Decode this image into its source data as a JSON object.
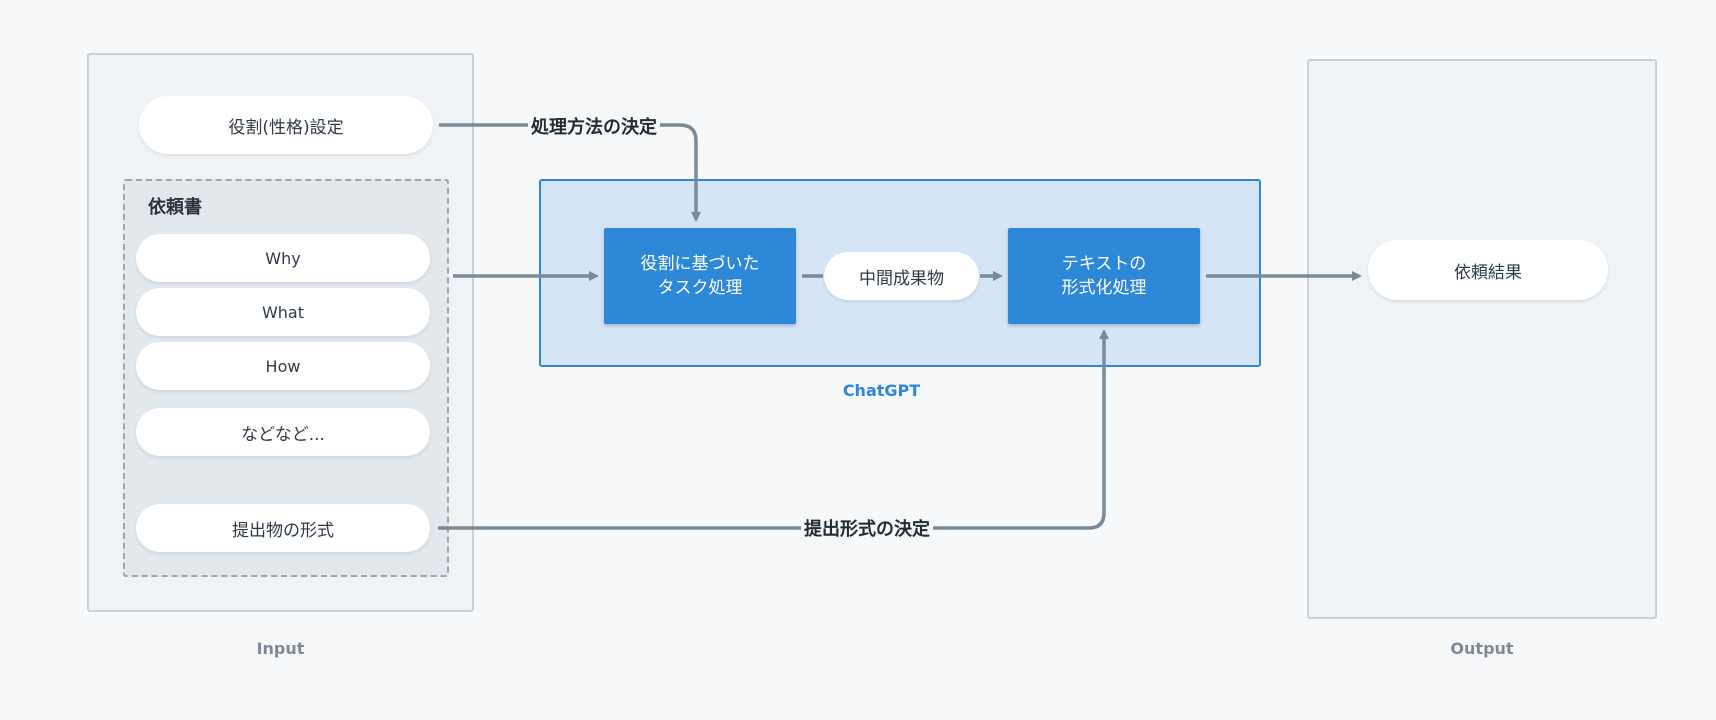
{
  "colors": {
    "canvas_background": "#f6f8fa",
    "panel_fill": "#eff3f6",
    "panel_border": "#c6d1db",
    "group_fill": "#e3e8ec",
    "chatgpt_fill": "#d4e5f5",
    "chatgpt_accent": "#2d88d8",
    "connector": "#7b8a98",
    "caption_gray": "#7d8b98"
  },
  "input": {
    "caption": "Input",
    "role_setting": "役割(性格)設定",
    "request_doc": {
      "title": "依頼書",
      "items": [
        "Why",
        "What",
        "How",
        "などなど..."
      ],
      "deliverable_format": "提出物の形式"
    }
  },
  "chatgpt": {
    "caption": "ChatGPT",
    "task_processing": [
      "役割に基づいた",
      "タスク処理"
    ],
    "intermediate": "中間成果物",
    "formatting": [
      "テキストの",
      "形式化処理"
    ]
  },
  "output": {
    "caption": "Output",
    "result": "依頼結果"
  },
  "edges": {
    "processing_method": "処理方法の決定",
    "submission_format": "提出形式の決定"
  }
}
